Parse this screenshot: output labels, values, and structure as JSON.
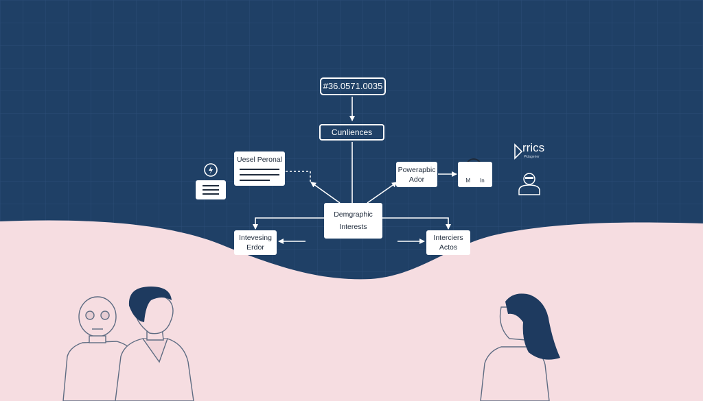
{
  "diagram": {
    "top_node": "#36.0571.0035",
    "center_node": "Cunliences",
    "persona_box": "Uesel Peronal",
    "demographic_box": [
      "Demgraphic",
      "Interests"
    ],
    "powergraphic_box": [
      "Powerapbic",
      "Ador"
    ],
    "intevesing_box": [
      "Intevesing",
      "Erdor"
    ],
    "interciers_box": [
      "Interciers",
      "Actos"
    ],
    "avatar_card_labels": [
      "M",
      "In"
    ],
    "brand_text": "rrics",
    "brand_subtitle": "Pktagerier"
  },
  "colors": {
    "navy_background": "#1f4066",
    "grid_line": "#2b4d76",
    "pink_background": "#f6dde1",
    "node_fill": "#ffffff",
    "node_text": "#1e2a3a",
    "person_outline": "#5e6c82",
    "hair": "#1e3a5f"
  },
  "icons": [
    "lightning-icon",
    "arrow-icon",
    "avatar-icon",
    "brand-logo-icon",
    "robot-skull-icon"
  ]
}
